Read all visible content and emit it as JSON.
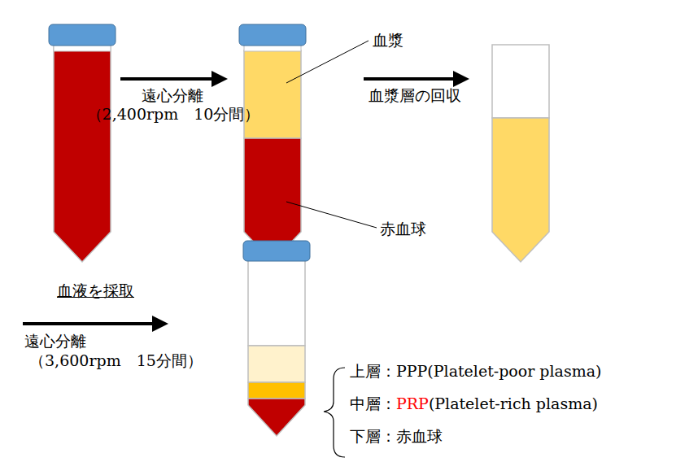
{
  "diagram": {
    "labels": [
      "遠心分離",
      "（2,400rpm　10分間）",
      "血漿",
      "血漿層の回収",
      "赤血球",
      "血液を採取",
      "遠心分離",
      "（3,600rpm　15分間）",
      "上層：PPP(Platelet-poor plasma)",
      "中層：",
      "PRP",
      "(Platelet-rich plasma)",
      "下層：赤血球"
    ]
  }
}
